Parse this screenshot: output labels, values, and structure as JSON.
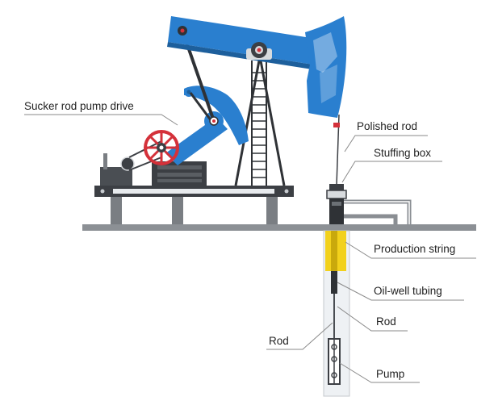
{
  "labels": {
    "pump_drive": "Sucker rod pump drive",
    "polished_rod": "Polished rod",
    "stuffing_box": "Stuffing box",
    "production_string": "Production string",
    "tubing": "Oil-well tubing",
    "rod_right": "Rod",
    "rod_left": "Rod",
    "pump": "Pump"
  },
  "colors": {
    "beam_blue": "#2a7fcf",
    "beam_dark": "#1d5f9c",
    "steel_dark": "#3c3f44",
    "steel_mid": "#6b7075",
    "frame_gray": "#8a8e93",
    "ground": "#8c9095",
    "wheel_red": "#d4313a",
    "casing_yellow": "#f2d11c",
    "tubing_light": "#eef1f4",
    "leader_gray": "#8a8a8a"
  },
  "icons": {
    "drive_wheel": "red-gear-wheel-icon",
    "pivot": "bearing-pivot-icon"
  }
}
